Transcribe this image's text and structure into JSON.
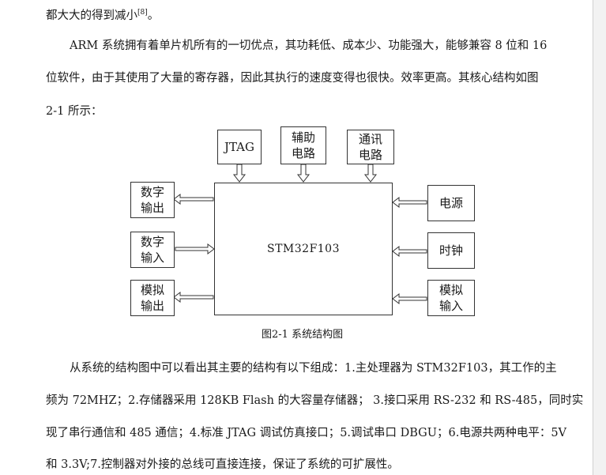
{
  "paragraphs": {
    "line1": "都大大的得到减小",
    "line1_mark": "[8]",
    "line2": "ARM 系统拥有着单片机所有的一切优点，其功耗低、成本少、功能强大，能够兼容 8 位和 16",
    "line3": "位软件，由于其使用了大量的寄存器，因此其执行的速度变得也很快。效率更高。其核心结构如图",
    "line4": "2-1 所示：",
    "line5": "从系统的结构图中可以看出其主要的结构有以下组成：1.主处理器为 STM32F103，其工作的主",
    "line6": "频为 72MHZ；2.存储器采用 128KB Flash 的大容量存储器；  3.接口采用 RS-232 和 RS-485，同时实",
    "line7": "现了串行通信和 485 通信；4.标准 JTAG 调试仿真接口；5.调试串口 DBGU；6.电源共两种电平：5V",
    "line8": "和 3.3V;7.控制器对外接的总线可直接连接，保证了系统的可扩展性。"
  },
  "diagram": {
    "center": "STM32F103",
    "top": [
      {
        "line1": "JTAG",
        "line2": ""
      },
      {
        "line1": "辅助",
        "line2": "电路"
      },
      {
        "line1": "通讯",
        "line2": "电路"
      }
    ],
    "left": [
      {
        "line1": "数字",
        "line2": "输出"
      },
      {
        "line1": "数字",
        "line2": "输入"
      },
      {
        "line1": "模拟",
        "line2": "输出"
      }
    ],
    "right": [
      {
        "line1": "电源",
        "line2": ""
      },
      {
        "line1": "时钟",
        "line2": ""
      },
      {
        "line1": "模拟",
        "line2": "输入"
      }
    ]
  },
  "caption": "图2-1 系统结构图",
  "colors": {
    "text": "#1a1a1a",
    "border": "#333333"
  }
}
